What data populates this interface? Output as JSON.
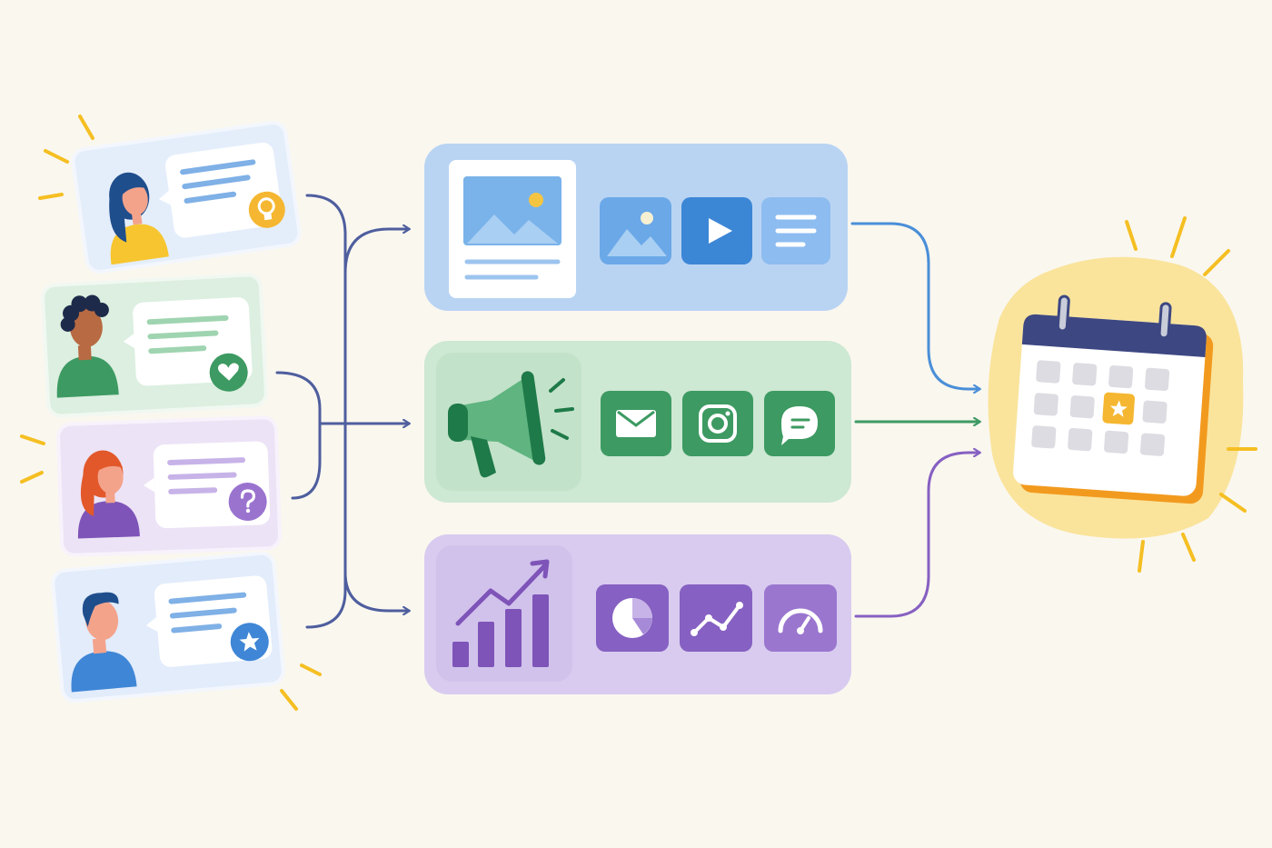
{
  "colors": {
    "background": "#faf7ef",
    "connector": "#4e5e9e",
    "content_lane": "#b9d4f3",
    "content_accent": "#4a8fd8",
    "distribution_lane": "#cde8d3",
    "distribution_accent": "#3d9a62",
    "analytics_lane": "#d8cbef",
    "analytics_accent": "#8660c2",
    "calendar_glow": "#fae49c",
    "calendar_header": "#3d4782",
    "calendar_highlight": "#f5b731",
    "spark": "#f5bf22"
  },
  "people": [
    {
      "icon": "lightbulb-icon",
      "accent": "#f5b731",
      "card": "#e4eefb",
      "line": "#7fb0e6",
      "skin": "#f4a38b",
      "hair": "#1f4e8c",
      "shirt": "#f7c52f"
    },
    {
      "icon": "heart-icon",
      "accent": "#3d9a62",
      "card": "#dcefe0",
      "line": "#9fd4b0",
      "skin": "#b86a42",
      "hair": "#1e2a4a",
      "shirt": "#3d9a62"
    },
    {
      "icon": "question-icon",
      "accent": "#9a73cf",
      "card": "#ece3f6",
      "line": "#c7b3e8",
      "skin": "#f4a38b",
      "hair": "#e2582a",
      "shirt": "#7e54b8"
    },
    {
      "icon": "star-icon",
      "accent": "#3f86d6",
      "card": "#e2ecfb",
      "line": "#7fb0e6",
      "skin": "#f4a38b",
      "hair": "#1f4e8c",
      "shirt": "#3f86d6"
    }
  ],
  "lanes": [
    {
      "name": "content",
      "main_icon": "article-icon",
      "tiles": [
        "image-icon",
        "video-play-icon",
        "text-lines-icon"
      ]
    },
    {
      "name": "distribution",
      "main_icon": "megaphone-icon",
      "tiles": [
        "email-icon",
        "instagram-icon",
        "chat-bubble-icon"
      ]
    },
    {
      "name": "analytics",
      "main_icon": "growth-chart-icon",
      "tiles": [
        "pie-chart-icon",
        "line-trend-icon",
        "gauge-icon"
      ]
    }
  ],
  "calendar": {
    "icon": "calendar-icon",
    "highlight": "star-icon"
  }
}
